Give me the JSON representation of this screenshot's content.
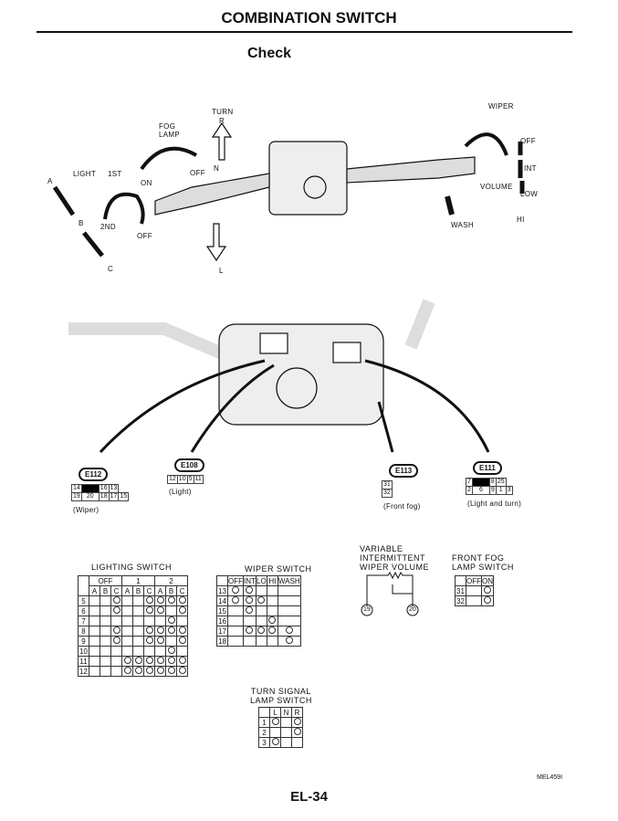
{
  "header": {
    "title": "COMBINATION SWITCH",
    "section": "Check"
  },
  "diagram_labels": {
    "turn": "TURN",
    "r": "R",
    "n": "N",
    "l": "L",
    "fog_lamp": "FOG\nLAMP",
    "fog_off": "OFF",
    "fog_on": "ON",
    "light": "LIGHT",
    "first": "1ST",
    "a": "A",
    "b": "B",
    "c": "C",
    "second": "2ND",
    "light_off": "OFF",
    "wiper": "WIPER",
    "wiper_off": "OFF",
    "int": "INT",
    "low": "LOW",
    "hi": "HI",
    "volume": "VOLUME",
    "wash": "WASH"
  },
  "connectors": [
    {
      "id": "E112",
      "caption": "(Wiper)",
      "rows": [
        [
          "14",
          "#",
          "16",
          "13"
        ],
        [
          "19",
          "20",
          "18",
          "17",
          "15"
        ]
      ]
    },
    {
      "id": "E108",
      "caption": "(Light)",
      "rows": [
        [
          "12",
          "10",
          "5",
          "11"
        ]
      ]
    },
    {
      "id": "E113",
      "caption": "(Front fog)",
      "rows": [
        [
          "31"
        ],
        [
          "32"
        ]
      ]
    },
    {
      "id": "E111",
      "caption": "(Light and turn)",
      "rows": [
        [
          "7",
          "#",
          "8",
          "25"
        ],
        [
          "2",
          "6",
          "9",
          "1",
          "3"
        ]
      ]
    }
  ],
  "lighting_switch": {
    "title": "LIGHTING SWITCH",
    "groups": [
      "OFF",
      "1",
      "2"
    ],
    "cols": [
      "A",
      "B",
      "C",
      "A",
      "B",
      "C",
      "A",
      "B",
      "C"
    ],
    "rows": [
      {
        "t": "5",
        "on": [
          2,
          5,
          6,
          7,
          8
        ]
      },
      {
        "t": "6",
        "on": [
          2,
          5,
          6,
          8
        ]
      },
      {
        "t": "7",
        "on": [
          7
        ]
      },
      {
        "t": "8",
        "on": [
          2,
          5,
          6,
          7,
          8
        ]
      },
      {
        "t": "9",
        "on": [
          2,
          5,
          6,
          8
        ]
      },
      {
        "t": "10",
        "on": [
          7
        ]
      },
      {
        "t": "11",
        "on": [
          3,
          4,
          5,
          6,
          7,
          8
        ]
      },
      {
        "t": "12",
        "on": [
          3,
          4,
          5,
          6,
          7,
          8
        ]
      }
    ]
  },
  "wiper_switch": {
    "title": "WIPER SWITCH",
    "cols": [
      "OFF",
      "INT",
      "LO",
      "HI",
      "WASH"
    ],
    "rows": [
      {
        "t": "13",
        "on": [
          0,
          1
        ]
      },
      {
        "t": "14",
        "on": [
          0,
          1,
          2
        ]
      },
      {
        "t": "15",
        "on": [
          1
        ]
      },
      {
        "t": "16",
        "on": [
          3
        ]
      },
      {
        "t": "17",
        "on": [
          1,
          2,
          3,
          4
        ]
      },
      {
        "t": "18",
        "on": [
          4
        ]
      }
    ]
  },
  "wiper_volume": {
    "title": "VARIABLE\nINTERMITTENT\nWIPER VOLUME",
    "t1": "19",
    "t2": "20"
  },
  "fog_switch": {
    "title": "FRONT FOG\nLAMP SWITCH",
    "cols": [
      "OFF",
      "ON"
    ],
    "rows": [
      {
        "t": "31",
        "on": [
          1
        ]
      },
      {
        "t": "32",
        "on": [
          1
        ]
      }
    ]
  },
  "turn_switch": {
    "title": "TURN SIGNAL\nLAMP SWITCH",
    "cols": [
      "L",
      "N",
      "R"
    ],
    "rows": [
      {
        "t": "1",
        "on": [
          0,
          2
        ]
      },
      {
        "t": "2",
        "on": [
          2
        ]
      },
      {
        "t": "3",
        "on": [
          0
        ]
      }
    ]
  },
  "footer": {
    "code": "MEL459I",
    "page": "EL-34"
  }
}
